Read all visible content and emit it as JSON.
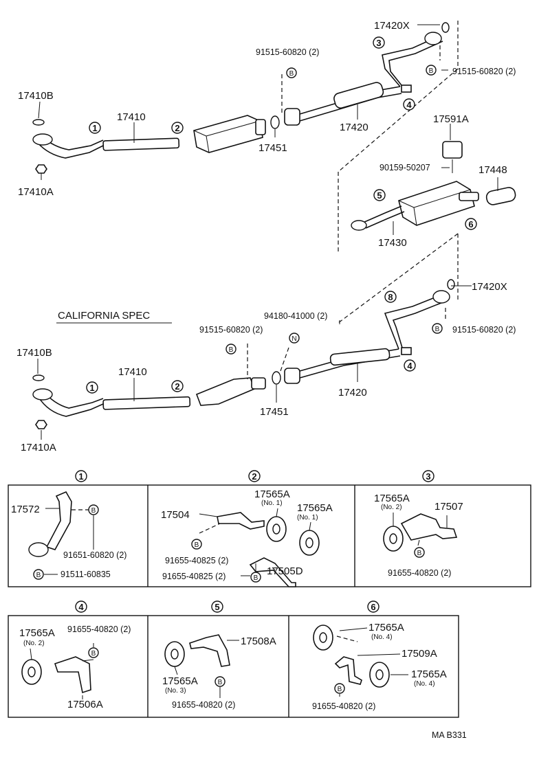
{
  "top": {
    "l17420x": "17420X",
    "l91515_top": "91515-60820 (2)",
    "l91515_right": "91515-60820 (2)",
    "l17410b": "17410B",
    "l17410": "17410",
    "l17410a": "17410A",
    "l17451": "17451",
    "l17420": "17420",
    "l17591a": "17591A",
    "l90159": "90159-50207",
    "l17448": "17448",
    "l17430": "17430"
  },
  "california": {
    "title": "CALIFORNIA SPEC",
    "l94180": "94180-41000 (2)",
    "l91515_left": "91515-60820 (2)",
    "l91515_right": "91515-60820 (2)",
    "l17420x": "17420X",
    "l17410b": "17410B",
    "l17410": "17410",
    "l17410a": "17410A",
    "l17451": "17451",
    "l17420": "17420"
  },
  "markers": {
    "b": "B",
    "n": "N"
  },
  "callouts": {
    "c1": "1",
    "c2": "2",
    "c3": "3",
    "c4": "4",
    "c5": "5",
    "c6": "6",
    "c8": "8"
  },
  "detail1": {
    "l17572": "17572",
    "l91651": "91651-60820 (2)",
    "l91511": "91511-60835"
  },
  "detail2": {
    "l17504": "17504",
    "l17565a_a": "17565A",
    "no1_a": "(No. 1)",
    "l17565a_b": "17565A",
    "no1_b": "(No. 1)",
    "l91655_a": "91655-40825 (2)",
    "l91655_b": "91655-40825 (2)",
    "l17505d": "17505D"
  },
  "detail3": {
    "l17565a": "17565A",
    "no2": "(No. 2)",
    "l17507": "17507",
    "l91655": "91655-40820 (2)"
  },
  "detail4": {
    "l17565a": "17565A",
    "no2": "(No. 2)",
    "l91655": "91655-40820 (2)",
    "l17506a": "17506A"
  },
  "detail5": {
    "l17508a": "17508A",
    "l17565a": "17565A",
    "no3": "(No. 3)",
    "l91655": "91655-40820 (2)"
  },
  "detail6": {
    "l17565a_a": "17565A",
    "no4_a": "(No. 4)",
    "l17509a": "17509A",
    "l17565a_b": "17565A",
    "no4_b": "(No. 4)",
    "l91655": "91655-40820 (2)"
  },
  "footer": {
    "code": "MA  B331"
  }
}
